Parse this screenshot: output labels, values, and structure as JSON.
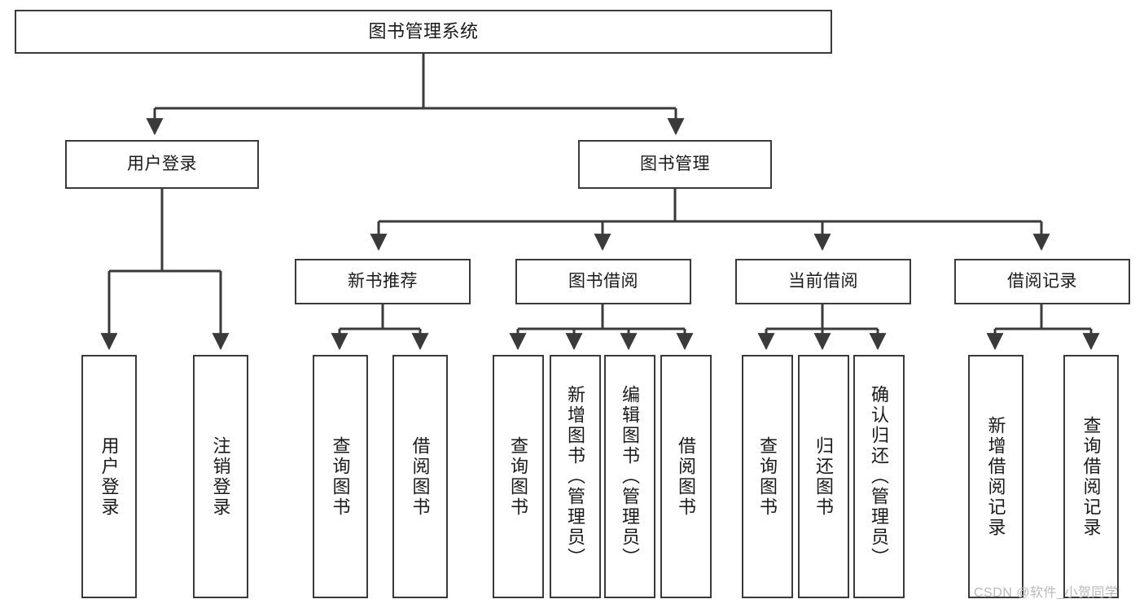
{
  "diagram": {
    "title": "图书管理系统",
    "type": "functional-structure-tree",
    "watermark": "CSDN @软件_小贺同学",
    "colors": {
      "background": "#ffffff",
      "box_border": "#3a3a3a",
      "box_fill": "#ffffff",
      "text": "#1a1a1a",
      "edge": "#3a3a3a",
      "watermark": "#b9b9b9"
    },
    "levels": {
      "root": "图书管理系统",
      "level2": [
        "用户登录",
        "图书管理"
      ],
      "level3": [
        "新书推荐",
        "图书借阅",
        "当前借阅",
        "借阅记录"
      ]
    },
    "nodes": {
      "root": {
        "label": "图书管理系统"
      },
      "user_login": {
        "label": "用户登录"
      },
      "book_manage": {
        "label": "图书管理"
      },
      "new_book_rec": {
        "label": "新书推荐"
      },
      "book_borrow": {
        "label": "图书借阅"
      },
      "current_borrow": {
        "label": "当前借阅"
      },
      "borrow_record": {
        "label": "借阅记录"
      },
      "leaf_user_login": {
        "label": "用户登录"
      },
      "leaf_logout": {
        "label": "注销登录"
      },
      "leaf_query_book_1": {
        "label": "查询图书"
      },
      "leaf_borrow_book_1": {
        "label": "借阅图书"
      },
      "leaf_query_book_2": {
        "label": "查询图书"
      },
      "leaf_add_book": {
        "label": "新增图书（管理员）"
      },
      "leaf_edit_book": {
        "label": "编辑图书（管理员）"
      },
      "leaf_borrow_book_2": {
        "label": "借阅图书"
      },
      "leaf_query_book_3": {
        "label": "查询图书"
      },
      "leaf_return_book": {
        "label": "归还图书"
      },
      "leaf_confirm_return": {
        "label": "确认归还（管理员）"
      },
      "leaf_add_record": {
        "label": "新增借阅记录"
      },
      "leaf_query_record": {
        "label": "查询借阅记录"
      }
    },
    "edges": [
      {
        "from": "root",
        "to": "user_login"
      },
      {
        "from": "root",
        "to": "book_manage"
      },
      {
        "from": "user_login",
        "to": "leaf_user_login"
      },
      {
        "from": "user_login",
        "to": "leaf_logout"
      },
      {
        "from": "book_manage",
        "to": "new_book_rec"
      },
      {
        "from": "book_manage",
        "to": "book_borrow"
      },
      {
        "from": "book_manage",
        "to": "current_borrow"
      },
      {
        "from": "book_manage",
        "to": "borrow_record"
      },
      {
        "from": "new_book_rec",
        "to": "leaf_query_book_1"
      },
      {
        "from": "new_book_rec",
        "to": "leaf_borrow_book_1"
      },
      {
        "from": "book_borrow",
        "to": "leaf_query_book_2"
      },
      {
        "from": "book_borrow",
        "to": "leaf_add_book"
      },
      {
        "from": "book_borrow",
        "to": "leaf_edit_book"
      },
      {
        "from": "book_borrow",
        "to": "leaf_borrow_book_2"
      },
      {
        "from": "current_borrow",
        "to": "leaf_query_book_3"
      },
      {
        "from": "current_borrow",
        "to": "leaf_return_book"
      },
      {
        "from": "current_borrow",
        "to": "leaf_confirm_return"
      },
      {
        "from": "borrow_record",
        "to": "leaf_add_record"
      },
      {
        "from": "borrow_record",
        "to": "leaf_query_record"
      }
    ]
  }
}
